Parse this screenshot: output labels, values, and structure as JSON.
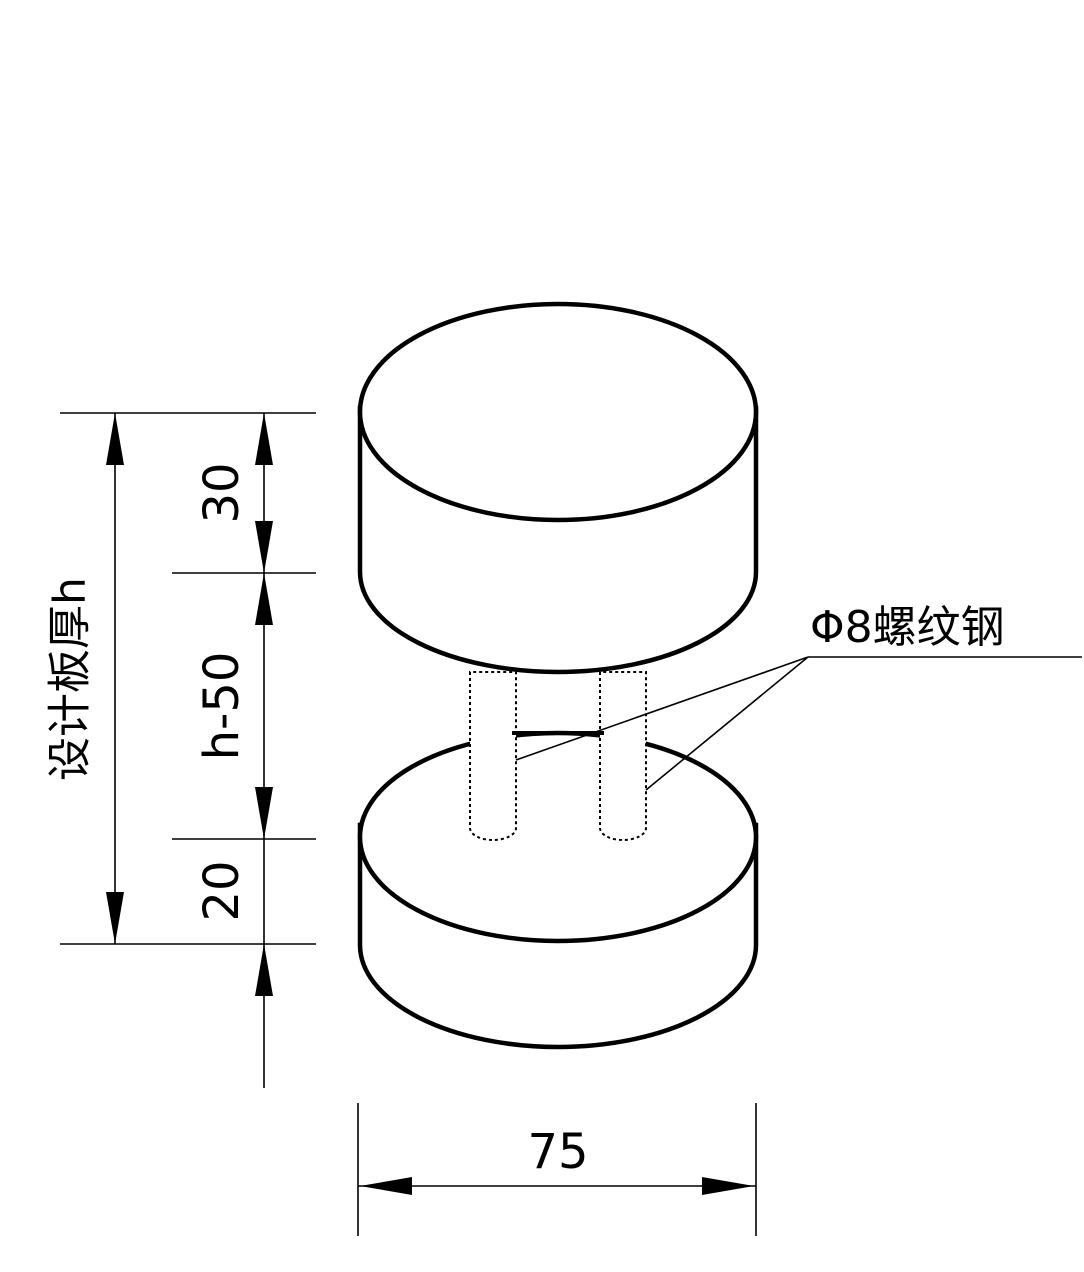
{
  "dimensions": {
    "top_height": "30",
    "middle_height": "h-50",
    "bottom_height": "20",
    "total_height": "设计板厚h",
    "diameter": "75"
  },
  "callout": {
    "rebar_label": "Φ8螺纹钢"
  },
  "colors": {
    "line": "#000000",
    "background": "#ffffff"
  }
}
